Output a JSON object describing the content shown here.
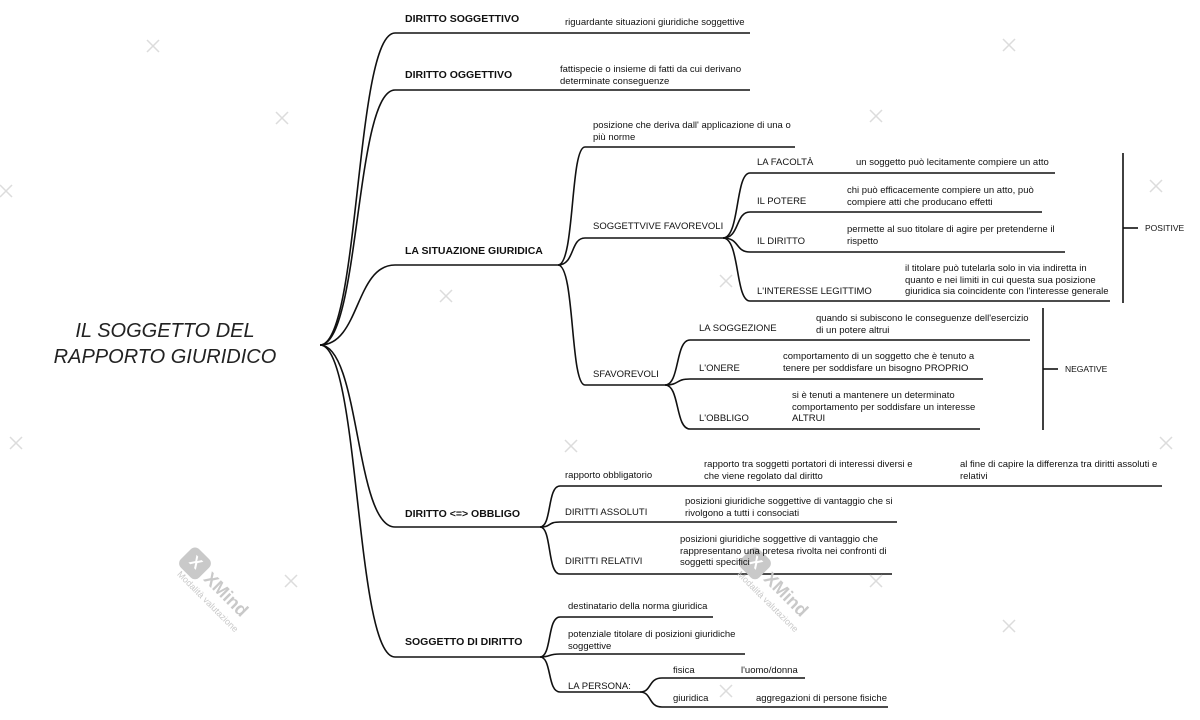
{
  "root": {
    "title": "IL SOGGETTO DEL\nRAPPORTO GIURIDICO"
  },
  "main": {
    "diritto_soggettivo": {
      "label": "DIRITTO SOGGETTIVO",
      "desc": "riguardante situazioni giuridiche soggettive"
    },
    "diritto_oggettivo": {
      "label": "DIRITTO OGGETTIVO",
      "desc": "fattispecie o insieme di fatti da cui derivano\ndeterminate conseguenze"
    },
    "situazione": {
      "label": "LA SITUAZIONE GIURIDICA",
      "desc": "posizione che deriva dall' applicazione di una o\npiù norme",
      "favorevoli": {
        "label": "SOGGETTVIVE FAVOREVOLI",
        "items": [
          {
            "label": "LA FACOLTÀ",
            "desc": "un soggetto può lecitamente compiere un atto"
          },
          {
            "label": "IL POTERE",
            "desc": "chi può efficacemente compiere un atto, può\ncompiere atti che producano effetti"
          },
          {
            "label": "IL DIRITTO",
            "desc": "permette al suo titolare di agire per pretenderne il\nrispetto"
          },
          {
            "label": "L'INTERESSE LEGITTIMO",
            "desc": "il titolare può tutelarla solo in via indiretta in\nquanto e nei limiti in cui questa sua posizione\ngiuridica sia coincidente con l'interesse generale"
          }
        ],
        "bracket_label": "POSITIVE"
      },
      "sfavorevoli": {
        "label": "SFAVOREVOLI",
        "items": [
          {
            "label": "LA SOGGEZIONE",
            "desc": "quando si subiscono le conseguenze dell'esercizio\ndi un potere altrui"
          },
          {
            "label": "L'ONERE",
            "desc": "comportamento di un soggetto che è tenuto a\ntenere per soddisfare un bisogno PROPRIO"
          },
          {
            "label": "L'OBBLIGO",
            "desc": "si è tenuti a mantenere un determinato\ncomportamento per soddisfare un interesse\nALTRUI"
          }
        ],
        "bracket_label": "NEGATIVE"
      }
    },
    "diritto_obbligo": {
      "label": "DIRITTO <=> OBBLIGO",
      "rapporto": {
        "label": "rapporto obbligatorio",
        "desc": "rapporto tra soggetti portatori di interessi diversi e\nche viene regolato dal diritto",
        "note": "al fine di capire la differenza tra diritti assoluti e\nrelativi"
      },
      "assoluti": {
        "label": "DIRITTI ASSOLUTI",
        "desc": "posizioni giuridiche soggettive di vantaggio che si\nrivolgono a tutti i consociati"
      },
      "relativi": {
        "label": "DIRITTI RELATIVI",
        "desc": "posizioni giuridiche soggettive di vantaggio che\nrappresentano una pretesa rivolta nei confronti di\nsoggetti specifici"
      }
    },
    "soggetto_diritto": {
      "label": "SOGGETTO DI DIRITTO",
      "destinatario": "destinatario della norma giuridica",
      "titolare": "potenziale titolare di posizioni giuridiche\nsoggettive",
      "persona": {
        "label": "LA PERSONA:",
        "fisica": {
          "label": "fisica",
          "desc": "l'uomo/donna"
        },
        "giuridica": {
          "label": "giuridica",
          "desc": "aggregazioni di persone fisiche"
        }
      }
    }
  },
  "watermark": {
    "brand": "XMind",
    "subtitle": "Modalità valutazione",
    "logo": "X"
  },
  "colors": {
    "line": "#111111",
    "watermark": "#c9c9c9"
  }
}
